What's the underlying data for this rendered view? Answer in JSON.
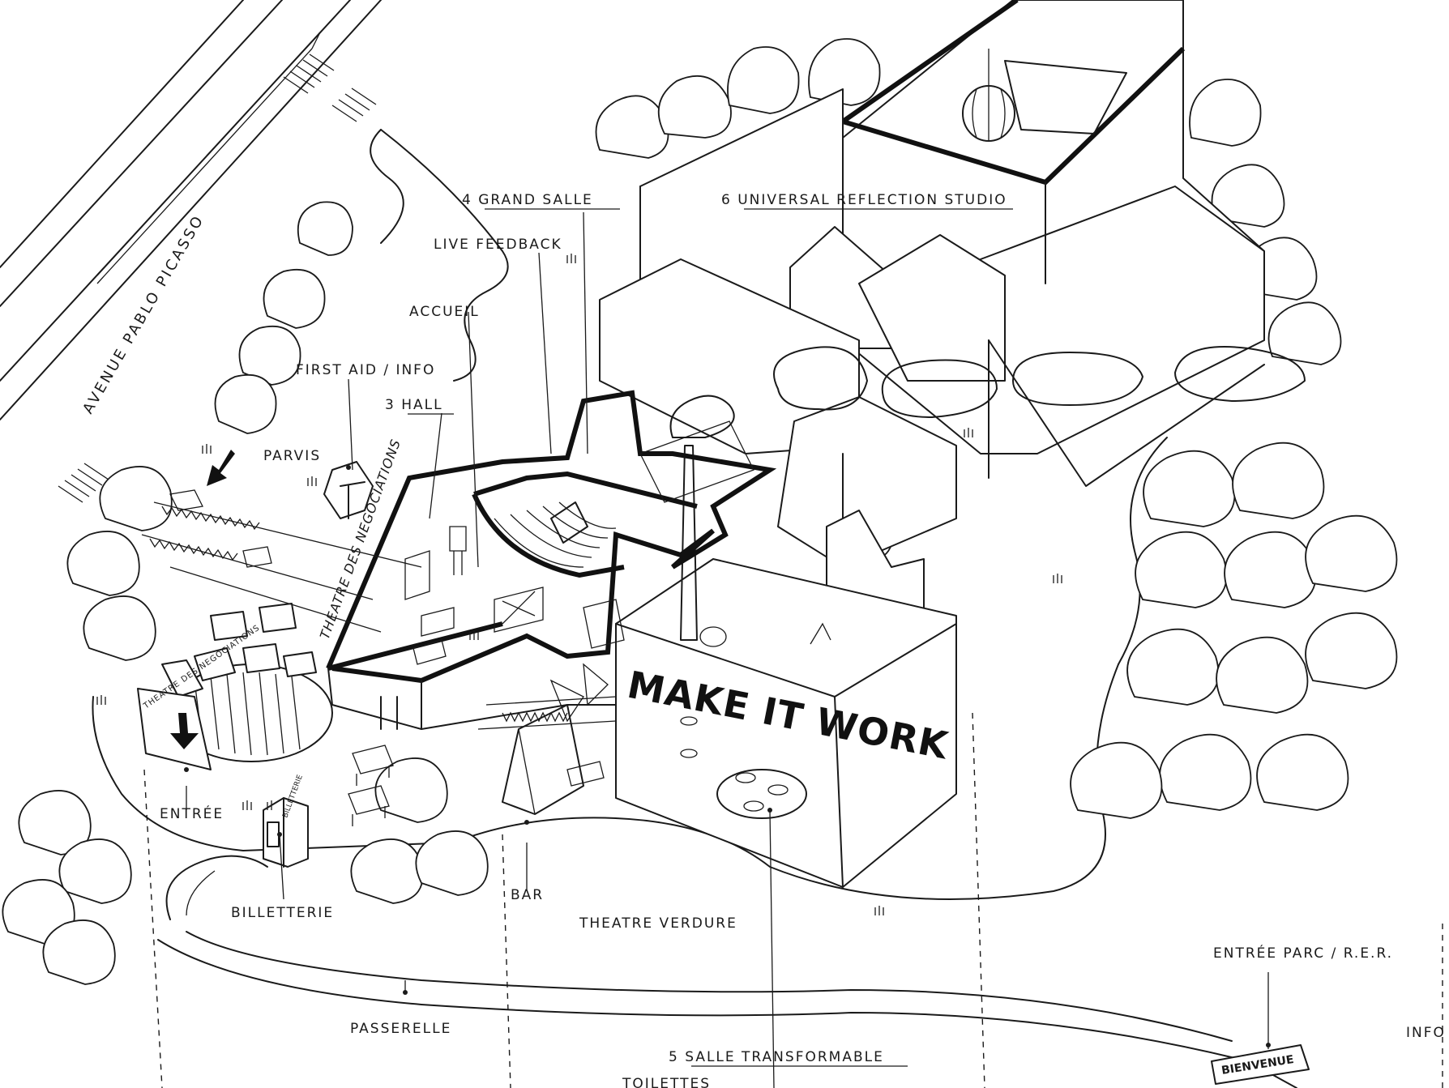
{
  "road": {
    "name": "AVENUE PABLO PICASSO"
  },
  "labels": {
    "grand_salle": "4 GRAND SALLE",
    "universal_reflection": "6 UNIVERSAL REFLECTION STUDIO",
    "live_feedback": "LIVE FEEDBACK",
    "accueil": "ACCUEIL",
    "first_aid": "FIRST AID / INFO",
    "hall": "3 HALL",
    "parvis": "PARVIS",
    "entree": "ENTRÉE",
    "billetterie": "BILLETTERIE",
    "bar": "BAR",
    "theatre_verdure": "THEATRE VERDURE",
    "passerelle": "PASSERELLE",
    "salle_transformable": "5 SALLE TRANSFORMABLE",
    "toilettes": "TOILETTES",
    "entree_parc": "ENTRÉE PARC / R.E.R.",
    "info": "INFO"
  },
  "signs": {
    "make_it_work": "MAKE IT WORK",
    "bienvenue": "BIENVENUE",
    "theatre_des_negociations": "THEATRE DES NEGOCIATIONS",
    "billetterie_booth": "BILLETTERIE",
    "hall_wall_script": "THEATRE DES NEGOCIATIONS"
  }
}
